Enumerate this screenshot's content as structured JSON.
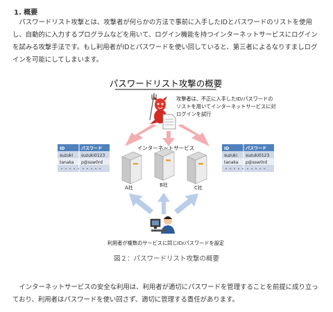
{
  "section": {
    "heading": "1. 概要",
    "paragraph1": "　パスワードリスト攻撃とは、攻撃者が何らかの方法で事前に入手したIDとパスワードのリストを使用し、自動的に入力するプログラムなどを用いて、ログイン機能を持つインターネットサービスにログインを試みる攻撃手法です。もし利用者がIDとパスワードを使い回していると、第三者によるなりすましログインを可能にしてしまいます。",
    "paragraph2": "　インターネットサービスの安全な利用は、利用者が適切にパスワードを管理することを前提に成り立っており、利用者はパスワードを使い回さず、適切に管理する責任があります。"
  },
  "figure": {
    "title": "パスワードリスト攻撃の概要",
    "attacker_note_line1": "攻撃者は、不正に入手したID/パスワードの",
    "attacker_note_line2": "リストを用いてインターネットサービスに対し",
    "attacker_note_line3": "ログインを試行",
    "services_label": "インターネットサービス",
    "server_a": "A社",
    "server_b": "B社",
    "server_c": "C社",
    "user_note": "利用者が複数のサービスに同じID/パスワードを設定",
    "table_left": {
      "headers": [
        "ID",
        "パスワード"
      ],
      "rows": [
        [
          "suzuki",
          "suzuki0123"
        ],
        [
          "tanaka",
          "p@ssw0rd"
        ],
        [
          "・・・・・",
          "・・・・・"
        ]
      ]
    },
    "table_right": {
      "headers": [
        "ID",
        "パスワード"
      ],
      "rows": [
        [
          "suzuki",
          "suzuki0123"
        ],
        [
          "tanaka",
          "p@ssw0rd"
        ],
        [
          "・・・・・",
          "・・・・・"
        ]
      ]
    },
    "colors": {
      "table_header": "#4f81bd",
      "table_row_a": "#d0d8e8",
      "table_row_b": "#e9edf4",
      "attack_arrow": "#f2aeb0",
      "user_arrow": "#b9cde8"
    }
  },
  "caption": "図２：パスワードリスト攻撃の概要"
}
